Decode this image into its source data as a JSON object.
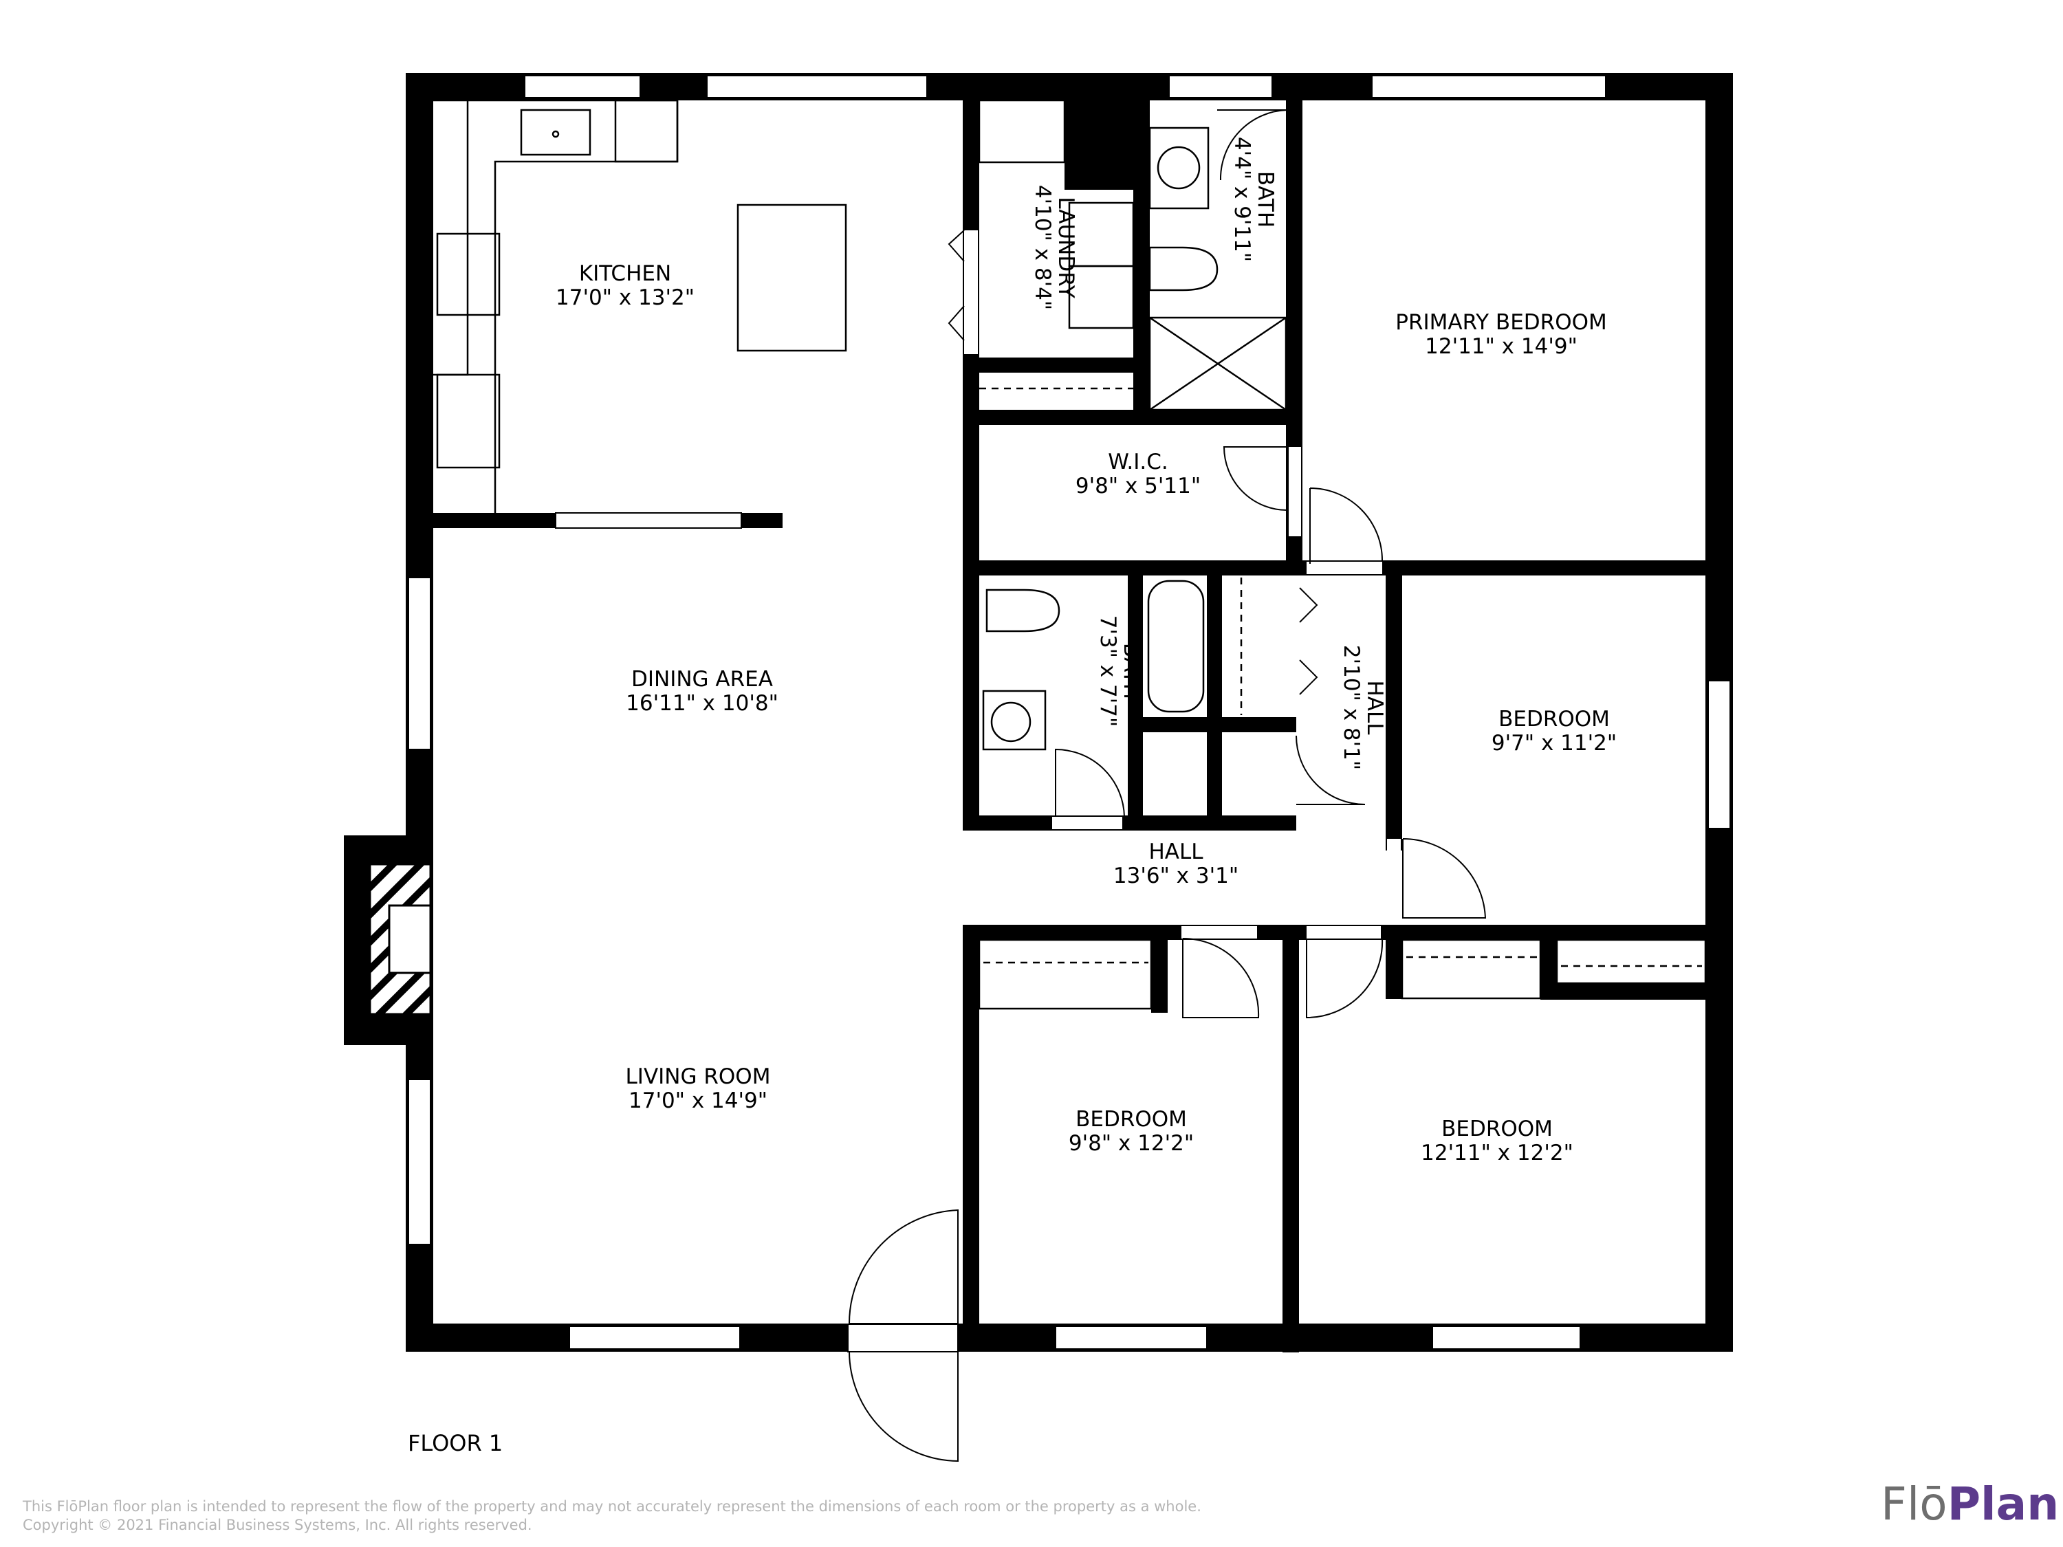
{
  "floor_label": "FLOOR 1",
  "rooms": [
    {
      "id": "kitchen",
      "name": "KITCHEN",
      "dims": "17'0\" x 13'2\""
    },
    {
      "id": "laundry",
      "name": "LAUNDRY",
      "dims": "4'10\" x 8'4\""
    },
    {
      "id": "bath1",
      "name": "BATH",
      "dims": "4'4\" x 9'11\""
    },
    {
      "id": "primary",
      "name": "PRIMARY BEDROOM",
      "dims": "12'11\" x 14'9\""
    },
    {
      "id": "wic",
      "name": "W.I.C.",
      "dims": "9'8\" x 5'11\""
    },
    {
      "id": "dining",
      "name": "DINING AREA",
      "dims": "16'11\" x 10'8\""
    },
    {
      "id": "bath2",
      "name": "BATH",
      "dims": "7'3\" x 7'7\""
    },
    {
      "id": "hall1",
      "name": "HALL",
      "dims": "2'10\" x 8'1\""
    },
    {
      "id": "bed2",
      "name": "BEDROOM",
      "dims": "9'7\" x 11'2\""
    },
    {
      "id": "hall2",
      "name": "HALL",
      "dims": "13'6\" x 3'1\""
    },
    {
      "id": "living",
      "name": "LIVING ROOM",
      "dims": "17'0\" x 14'9\""
    },
    {
      "id": "bed3",
      "name": "BEDROOM",
      "dims": "9'8\" x 12'2\""
    },
    {
      "id": "bed4",
      "name": "BEDROOM",
      "dims": "12'11\" x 12'2\""
    }
  ],
  "disclaimer": {
    "line1": "This FlōPlan floor plan is intended to represent the flow of the property and may not accurately represent the dimensions of each room or the property as a whole.",
    "line2": "Copyright © 2021 Financial Business Systems, Inc. All rights reserved."
  },
  "logo": {
    "part1": "Flō",
    "part2": "Plan"
  },
  "colors": {
    "wall": "#000000",
    "logo_accent": "#5c3b8c",
    "logo_gray": "#6e6e6e",
    "disclaimer": "#b4b4b4"
  }
}
